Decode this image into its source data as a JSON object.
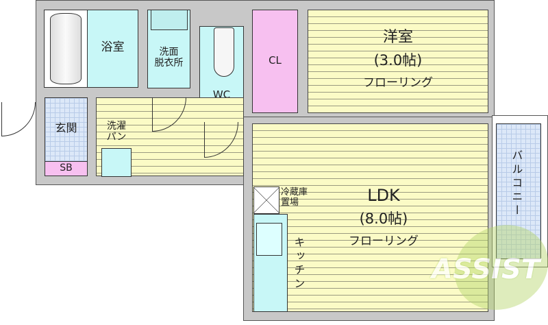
{
  "rooms": {
    "bath": "浴室",
    "washroom": "洗面\n脱衣所",
    "wc": "WC",
    "closet": "CL",
    "western": {
      "name": "洋室",
      "size": "(3.0帖)",
      "floor": "フローリング"
    },
    "entrance": "玄関",
    "shoebox": "SB",
    "laundry": "洗濯\nパン",
    "ldk": {
      "name": "LDK",
      "size": "(8.0帖)",
      "floor": "フローリング"
    },
    "fridge": "冷蔵庫\n置場",
    "kitchen": "キッチン",
    "balcony": "バルコニー"
  },
  "logo": {
    "text": "ASSIST",
    "color": "#9cc84a",
    "accent": "#e0706a"
  }
}
